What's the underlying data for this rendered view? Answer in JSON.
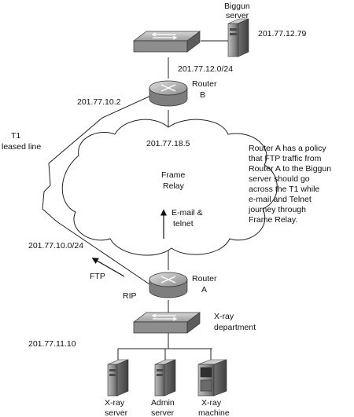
{
  "nodes": {
    "biggun_server": {
      "label_lines": [
        "Biggun",
        "server"
      ],
      "ip": "201.77.12.79"
    },
    "switch_top": {
      "subnet": "201.77.12.0/24"
    },
    "router_b": {
      "label_lines": [
        "Router",
        "B"
      ],
      "ip": "201.77.10.2"
    },
    "frame_relay": {
      "label_lines": [
        "Frame",
        "Relay"
      ],
      "ip": "201.77.18.5"
    },
    "t1_line": {
      "label_lines": [
        "T1",
        "leased line"
      ],
      "subnet": "201.77.10.0/24"
    },
    "router_a": {
      "label_lines": [
        "Router",
        "A"
      ]
    },
    "switch_bottom": {
      "label_lines": [
        "X-ray",
        "department"
      ],
      "subnet": "201.77.11.10"
    },
    "xray_server": {
      "label_lines": [
        "X-ray",
        "server"
      ]
    },
    "admin_server": {
      "label_lines": [
        "Admin",
        "server"
      ]
    },
    "xray_machine": {
      "label_lines": [
        "X-ray",
        "machine"
      ]
    }
  },
  "flows": {
    "email_telnet": [
      "E-mail &",
      "telnet"
    ],
    "ftp": "FTP",
    "rip": "RIP"
  },
  "policy_note": [
    "Router A has a policy",
    "that FTP traffic from",
    "Router A to the Biggun",
    "server should go",
    "across the T1 while",
    "e-mail and Telnet",
    "journey through",
    "Frame Relay."
  ]
}
